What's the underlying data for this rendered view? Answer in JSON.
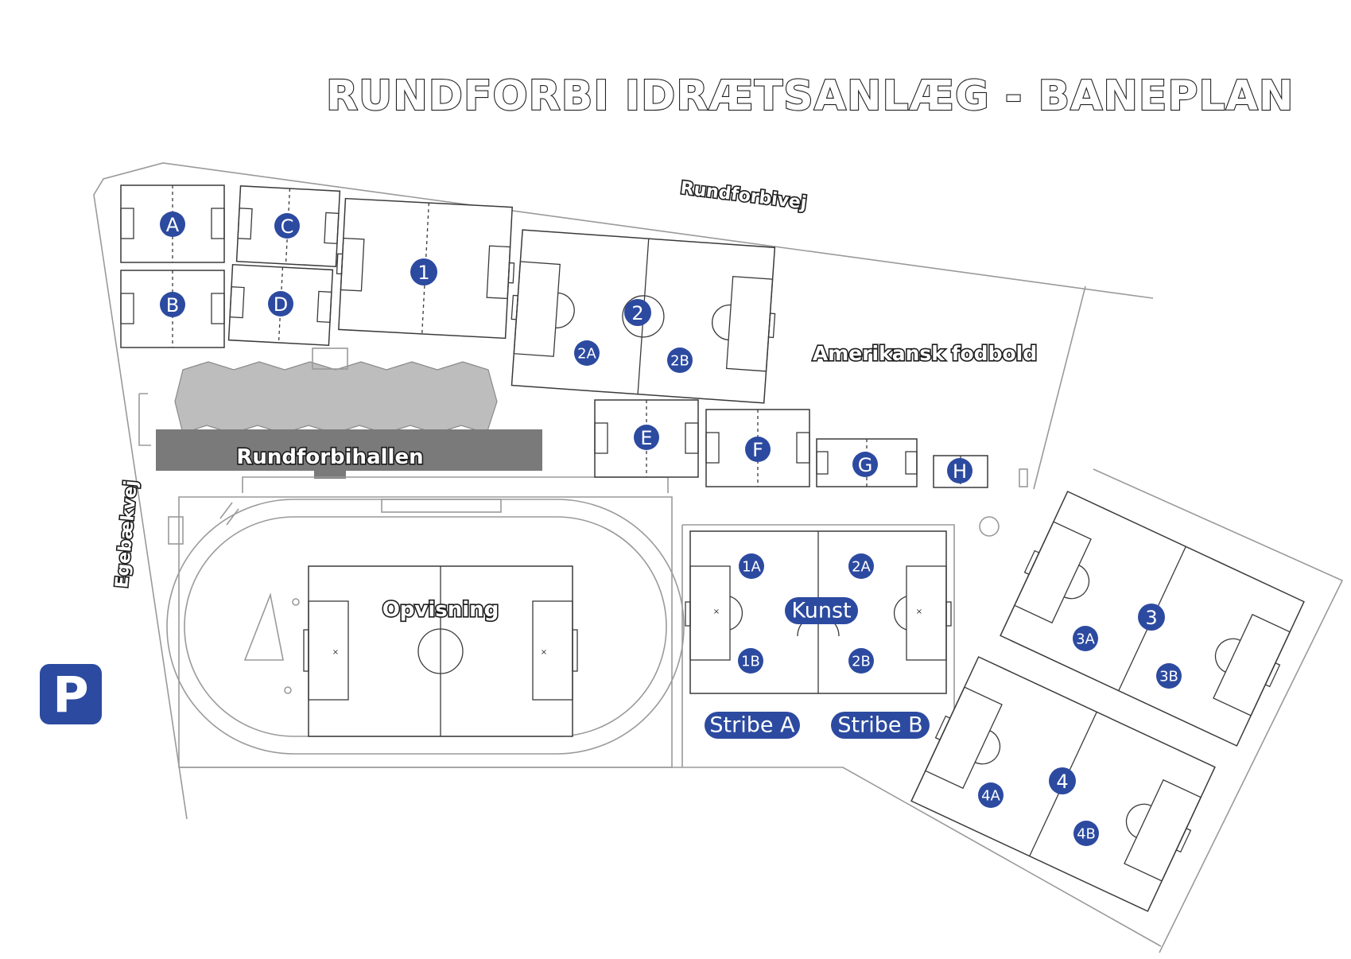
{
  "title": "RUNDFORBI IDRÆTSANLÆG - BANEPLAN",
  "roads": {
    "north": "Rundforbivej",
    "west": "Egebækvej"
  },
  "areas": {
    "hall": "Rundforbihallen",
    "american_football": "Amerikansk fodbold",
    "stadium": "Opvisning"
  },
  "parking": {
    "label": "P",
    "color": "#2c4aa0"
  },
  "pitches_small": [
    {
      "id": "A",
      "label": "A"
    },
    {
      "id": "B",
      "label": "B"
    },
    {
      "id": "C",
      "label": "C"
    },
    {
      "id": "D",
      "label": "D"
    },
    {
      "id": "E",
      "label": "E"
    },
    {
      "id": "F",
      "label": "F"
    },
    {
      "id": "G",
      "label": "G"
    },
    {
      "id": "H",
      "label": "H"
    }
  ],
  "pitches_large": [
    {
      "id": "1",
      "label": "1",
      "halves": []
    },
    {
      "id": "2",
      "label": "2",
      "halves": [
        "2A",
        "2B"
      ]
    },
    {
      "id": "3",
      "label": "3",
      "halves": [
        "3A",
        "3B"
      ]
    },
    {
      "id": "4",
      "label": "4",
      "halves": [
        "4A",
        "4B"
      ]
    }
  ],
  "artificial_turf": {
    "label": "Kunst",
    "sections": [
      "1A",
      "2A",
      "1B",
      "2B"
    ]
  },
  "stripes": [
    "Stribe A",
    "Stribe B"
  ],
  "colors": {
    "badge": "#2c4aa0",
    "outline": "#9a9a9a",
    "pitch_line": "#3a3a3a",
    "hall_roof": "#bdbdbd",
    "hall_base": "#7a7a7a"
  }
}
